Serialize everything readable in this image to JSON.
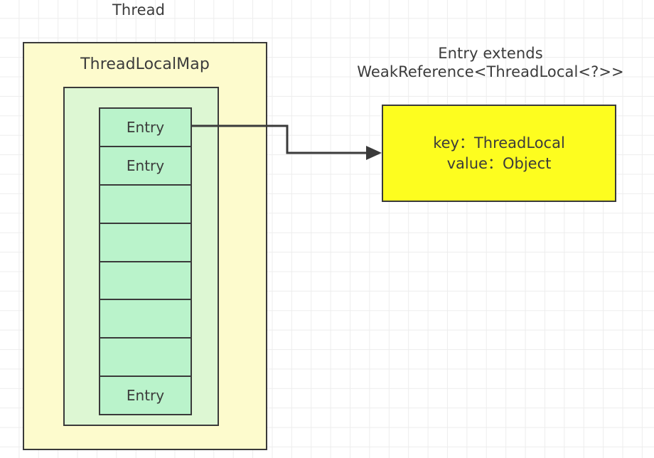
{
  "diagram": {
    "title": "ThreadLocal / ThreadLocalMap Entry structure",
    "thread": {
      "label": "Thread",
      "fill": "#fdfbcd",
      "stroke": "#3a3a3a"
    },
    "thread_local_map": {
      "label": "ThreadLocalMap",
      "fill": "#ddf7d3",
      "stroke": "#3a3a3a"
    },
    "entry_table": {
      "fill": "#baf3cb",
      "stroke": "#3a3a3a",
      "cell_count": 8,
      "cells": [
        {
          "label": "Entry",
          "occupied": true
        },
        {
          "label": "Entry",
          "occupied": true
        },
        {
          "label": "",
          "occupied": false
        },
        {
          "label": "",
          "occupied": false
        },
        {
          "label": "",
          "occupied": false
        },
        {
          "label": "",
          "occupied": false
        },
        {
          "label": "",
          "occupied": false
        },
        {
          "label": "Entry",
          "occupied": true
        }
      ]
    },
    "entry_detail": {
      "caption_line1": "Entry extends",
      "caption_line2": "WeakReference<ThreadLocal<?>>",
      "caption": "Entry extends\nWeakReference<ThreadLocal<?>>",
      "body": "key：ThreadLocal\nvalue：Object",
      "fields": [
        {
          "name": "key",
          "type": "ThreadLocal"
        },
        {
          "name": "value",
          "type": "Object"
        }
      ],
      "fill": "#fdfd1f",
      "stroke": "#3a3a3a"
    },
    "connector": {
      "from": "entry-cell-0",
      "to": "entry-detail-box",
      "style": "elbow-arrow",
      "color": "#3a3a3a"
    },
    "background": {
      "color": "#ffffff",
      "grid_color": "#ededed",
      "grid_size": 27.4
    }
  }
}
